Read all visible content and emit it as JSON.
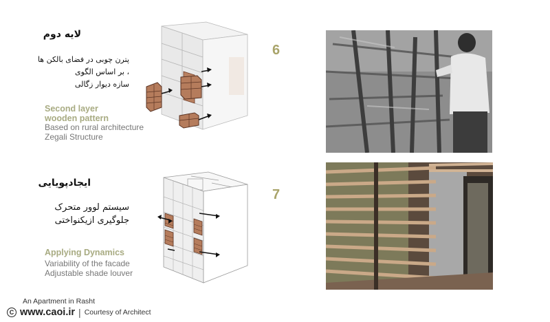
{
  "section1": {
    "number": "6",
    "fa_title": "لایه دوم",
    "fa_lines": [
      "پترن چوبی در فضای بالکن ها",
      "، بر اساس الگوی",
      "سازه دیوار زگالی"
    ],
    "en_title_lines": [
      "Second layer",
      "wooden pattern"
    ],
    "en_lines": [
      "Based on rural architecture",
      "Zegali Structure"
    ]
  },
  "section2": {
    "number": "7",
    "fa_title": "ایجادپویایی",
    "fa_lines": [
      "سیستم لوور متحرک",
      "جلوگیری ازیکنواختی"
    ],
    "en_title": "Applying Dynamics",
    "en_lines": [
      "Variability of the facade",
      "Adjustable shade louver"
    ]
  },
  "footer": {
    "project": "An Apartment in Rasht",
    "copyright_symbol": "C",
    "website": "www.caoi.ir",
    "separator": "|",
    "credit": "Courtesy of Architect"
  },
  "colors": {
    "accent_olive": "#a8ab82",
    "number_olive": "#a9a46a",
    "wood": "#b57c5c",
    "wood_dark": "#5a3424"
  }
}
